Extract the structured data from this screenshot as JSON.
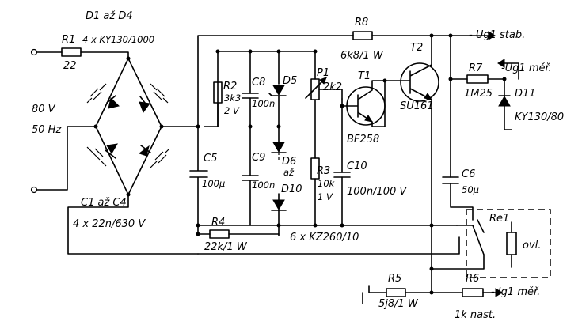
{
  "labels": {
    "d1_d4": "D1 až D4",
    "ky130_1000": "4 x KY130/1000",
    "r1": "R1",
    "r1_val": "22",
    "v80": "80 V",
    "hz50": "50 Hz",
    "c1_c4": "C1 až C4",
    "c1_c4_val": "4 x 22n/630 V",
    "c5": "C5",
    "c5_val": "100µ",
    "r2": "R2",
    "r2_val1": "3k3",
    "r2_val2": "2 V",
    "c8": "C8",
    "c8_val": "100n",
    "c9": "C9",
    "c9_val": "100n",
    "d5": "D5",
    "d6": "D6",
    "d6_az": "až",
    "d10": "D10",
    "p1": "P1",
    "p1_val": "2k2",
    "r8": "R8",
    "r8_val": "6k8/1 W",
    "t1": "T1",
    "t1_type": "BF258",
    "t2": "T2",
    "t2_type": "SU161",
    "r3": "R3",
    "r3_val1": "10k",
    "r3_val2": "1 V",
    "c10": "C10",
    "c10_val": "100n/100 V",
    "ug1_stab": "- Ug1 stab.",
    "r7": "R7",
    "r7_val": "1M25",
    "ug1_mer": "-Ug1 měř.",
    "d11": "D11",
    "d11_val": "KY130/80",
    "c6": "C6",
    "c6_val": "50µ",
    "re1": "Re1",
    "ovl": "ovl.",
    "r4": "R4",
    "r4_val": "22k/1 W",
    "kz260": "6 x KZ260/10",
    "r5": "R5",
    "r5_val": "5j8/1 W",
    "r6": "R6",
    "r6_val": "1k nast.",
    "ig1_mer": "- Ig1 měř."
  }
}
